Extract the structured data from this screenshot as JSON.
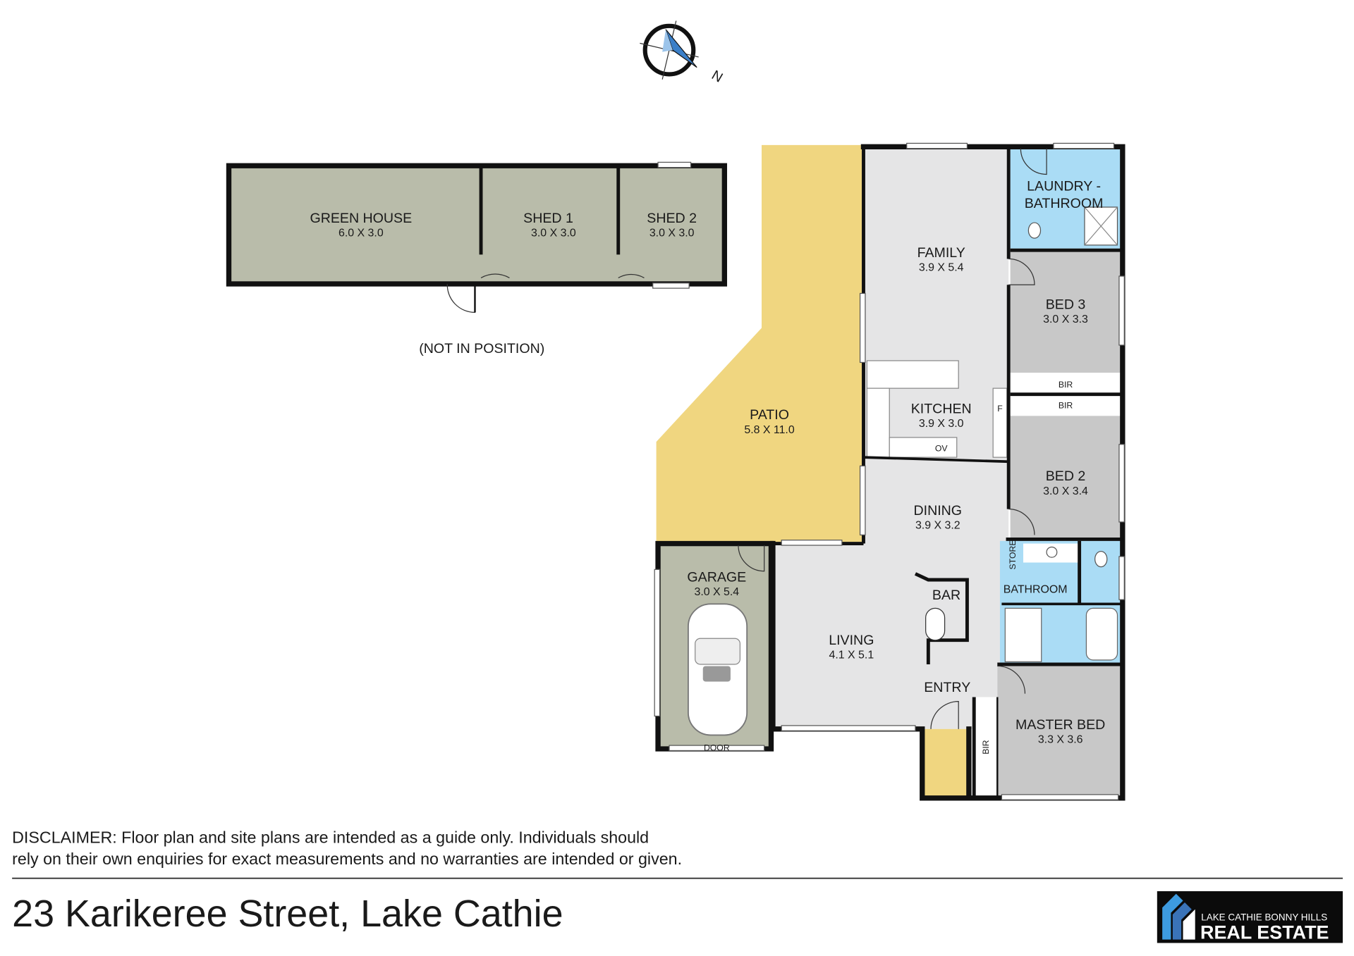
{
  "outbuildings": {
    "green_house": {
      "name": "GREEN HOUSE",
      "size": "6.0 X 3.0"
    },
    "shed1": {
      "name": "SHED 1",
      "size": "3.0 X 3.0"
    },
    "shed2": {
      "name": "SHED 2",
      "size": "3.0 X 3.0"
    },
    "note": "(NOT IN POSITION)"
  },
  "rooms": {
    "laundry": {
      "name1": "LAUNDRY -",
      "name2": "BATHROOM"
    },
    "family": {
      "name": "FAMILY",
      "size": "3.9 X 5.4"
    },
    "bed3": {
      "name": "BED 3",
      "size": "3.0 X 3.3"
    },
    "bir1": "BIR",
    "bir2": "BIR",
    "patio": {
      "name": "PATIO",
      "size": "5.8 X 11.0"
    },
    "kitchen": {
      "name": "KITCHEN",
      "size": "3.9 X 3.0"
    },
    "fridge": "F",
    "oven": "OV",
    "bed2": {
      "name": "BED 2",
      "size": "3.0 X 3.4"
    },
    "dining": {
      "name": "DINING",
      "size": "3.9 X 3.2"
    },
    "store": "STORE",
    "garage": {
      "name": "GARAGE",
      "size": "3.0 X 5.4"
    },
    "bar": "BAR",
    "bathroom": "BATHROOM",
    "living": {
      "name": "LIVING",
      "size": "4.1 X 5.1"
    },
    "entry": "ENTRY",
    "master": {
      "name": "MASTER BED",
      "size": "3.3 X 3.6"
    },
    "bir3": "BIR",
    "garage_door": "DOOR"
  },
  "compass": {
    "label": "N"
  },
  "disclaimer": {
    "line1": "DISCLAIMER: Floor plan and site plans are intended as a guide only. Individuals should",
    "line2": "rely on their own enquiries for exact measurements and no warranties are intended or given."
  },
  "address": "23 Karikeree Street, Lake Cathie",
  "logo": {
    "line1": "LAKE CATHIE BONNY HILLS",
    "line2": "REAL ESTATE"
  },
  "colors": {
    "bedroom": "#c8c8c8",
    "wet": "#aadcf5",
    "living": "#e5e5e6",
    "patio": "#f0d680",
    "outbuilding": "#b9bcaa"
  }
}
